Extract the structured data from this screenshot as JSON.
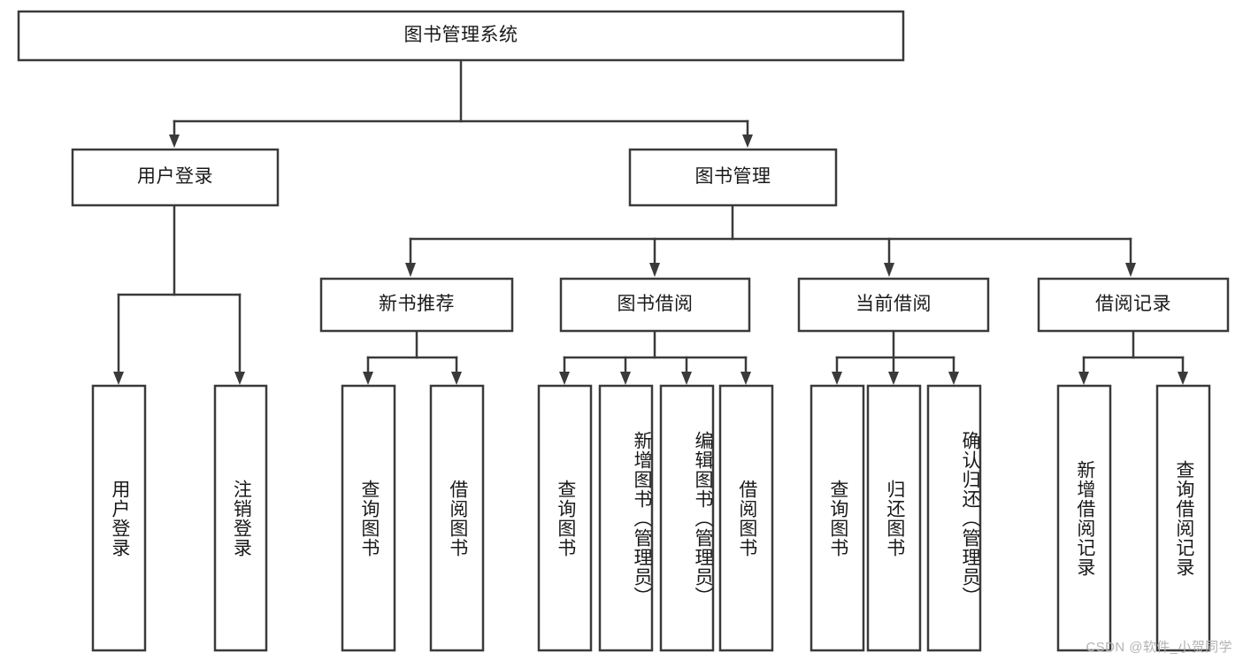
{
  "diagram": {
    "type": "tree-hierarchy",
    "title": "图书管理系统",
    "orientation": "top-down",
    "colors": {
      "stroke": "#3a3a3a",
      "box_fill": "#ffffff",
      "text": "#1a1a1a",
      "background": "#ffffff",
      "watermark": "#b3b3b3"
    },
    "root": {
      "label": "图书管理系统"
    },
    "level2": [
      {
        "label": "用户登录"
      },
      {
        "label": "图书管理"
      }
    ],
    "level3": [
      {
        "label": "新书推荐"
      },
      {
        "label": "图书借阅"
      },
      {
        "label": "当前借阅"
      },
      {
        "label": "借阅记录"
      }
    ],
    "leaves": {
      "user_login": [
        {
          "label": "用户登录"
        },
        {
          "label": "注销登录"
        }
      ],
      "new_book_recommend": [
        {
          "label": "查询图书"
        },
        {
          "label": "借阅图书"
        }
      ],
      "book_borrow": [
        {
          "label": "查询图书"
        },
        {
          "label": "新增图书（管理员）"
        },
        {
          "label": "编辑图书（管理员）"
        },
        {
          "label": "借阅图书"
        }
      ],
      "current_borrow": [
        {
          "label": "查询图书"
        },
        {
          "label": "归还图书"
        },
        {
          "label": "确认归还（管理员）"
        }
      ],
      "borrow_records": [
        {
          "label": "新增借阅记录"
        },
        {
          "label": "查询借阅记录"
        }
      ]
    },
    "watermark": "CSDN @软件_小贺同学"
  }
}
